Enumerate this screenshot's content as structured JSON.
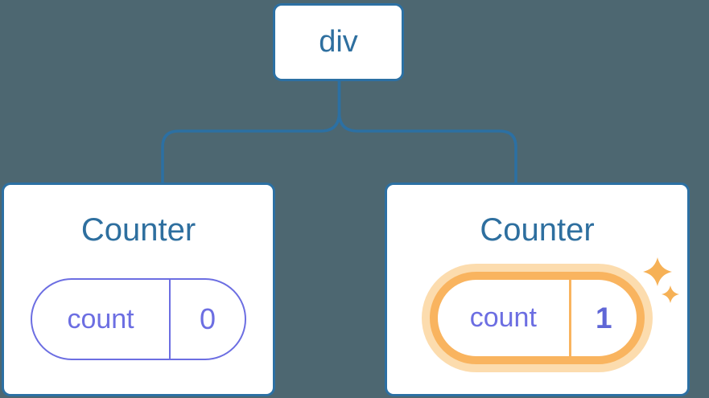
{
  "diagram": {
    "background": "#4d6771",
    "root": {
      "label": "div"
    },
    "children": [
      {
        "title": "Counter",
        "state": {
          "key": "count",
          "value": "0"
        },
        "highlighted": false
      },
      {
        "title": "Counter",
        "state": {
          "key": "count",
          "value": "1"
        },
        "highlighted": true,
        "icon": "sparkles"
      }
    ],
    "colors": {
      "node_border_blue": "#2c70a3",
      "text_blue": "#2e6f9f",
      "state_purple": "#6c6ee2",
      "state_value_bold_purple": "#5f66d6",
      "highlight_orange": "#f9b45f",
      "highlight_halo": "#fcdcae",
      "card_background": "#ffffff"
    }
  }
}
